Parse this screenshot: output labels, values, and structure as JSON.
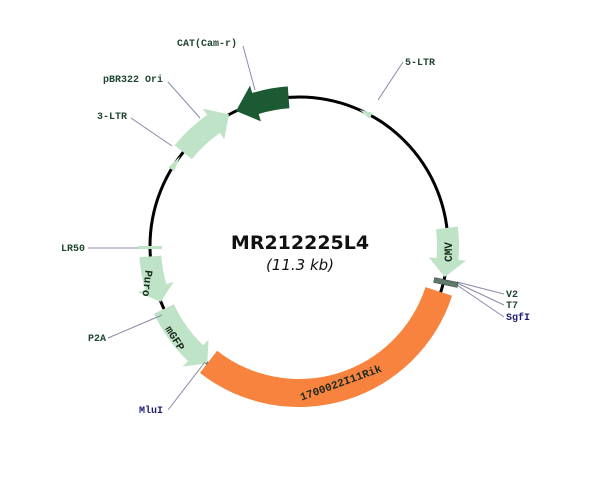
{
  "plasmid": {
    "name": "MR212225L4",
    "size": "(11.3 kb)"
  },
  "features": {
    "cat": "CAT(Cam-r)",
    "ori": "pBR322 Ori",
    "ltr3": "3-LTR",
    "ltr5": "5-LTR",
    "cmv": "CMV",
    "gene": "1700022I11Rik",
    "mgfp": "mGFP",
    "puro": "Puro"
  },
  "markers": {
    "lr50": "LR50",
    "p2a": "P2A",
    "mlui": "MluI",
    "v2": "V2",
    "t7": "T7",
    "sgfi": "SgfI"
  },
  "colors": {
    "light_green": "#bfe3c7",
    "dark_green": "#1b5a33",
    "orange": "#f7833f",
    "backbone": "#000000",
    "marker_grey": "#5f7a6a"
  }
}
